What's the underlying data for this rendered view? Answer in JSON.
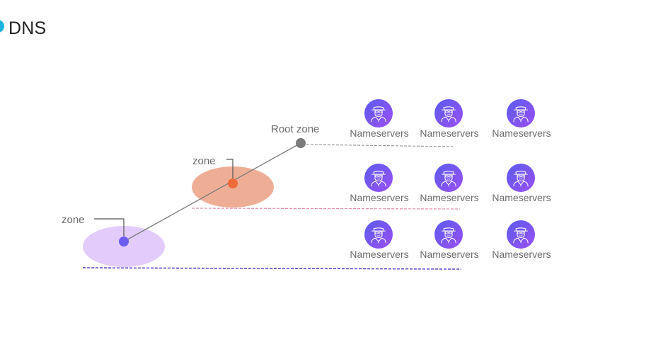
{
  "header": {
    "title": "DNS"
  },
  "colors": {
    "brand_dot": "#1eb3e0",
    "root_dot": "#7a7a7a",
    "zone1_ellipse": "#eeae96",
    "zone1_dot": "#ee6a38",
    "zone2_ellipse": "#e3ccfb",
    "zone2_dot": "#6d5cf0",
    "nameserver_circle_start": "#5b5cf0",
    "nameserver_circle_end": "#9a4ff2",
    "dashed_root": "#9a9a9a",
    "dashed_zone1": "#e88aa8",
    "dashed_zone2": "#4a2ec8",
    "label_text": "#6b6b6b"
  },
  "diagram": {
    "root_label": "Root zone",
    "zone_upper_label": "zone",
    "zone_lower_label": "zone",
    "nameserver_icon": "spy-person-icon",
    "nameserver_rows": [
      [
        "Nameservers",
        "Nameservers",
        "Nameservers"
      ],
      [
        "Nameservers",
        "Nameservers",
        "Nameservers"
      ],
      [
        "Nameservers",
        "Nameservers",
        "Nameservers"
      ]
    ]
  }
}
